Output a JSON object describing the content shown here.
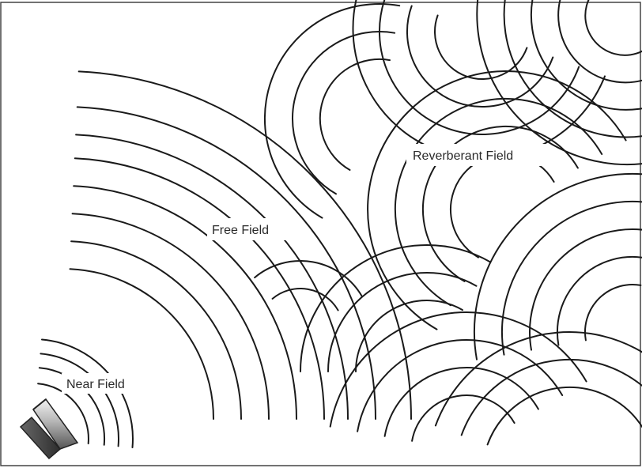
{
  "labels": {
    "near_field": "Near Field",
    "free_field": "Free Field",
    "reverberant_field": "Reverberant Field"
  },
  "icons": {
    "speaker": "loudspeaker-icon"
  },
  "colors": {
    "line": "#1a1a1a",
    "background": "#ffffff"
  }
}
